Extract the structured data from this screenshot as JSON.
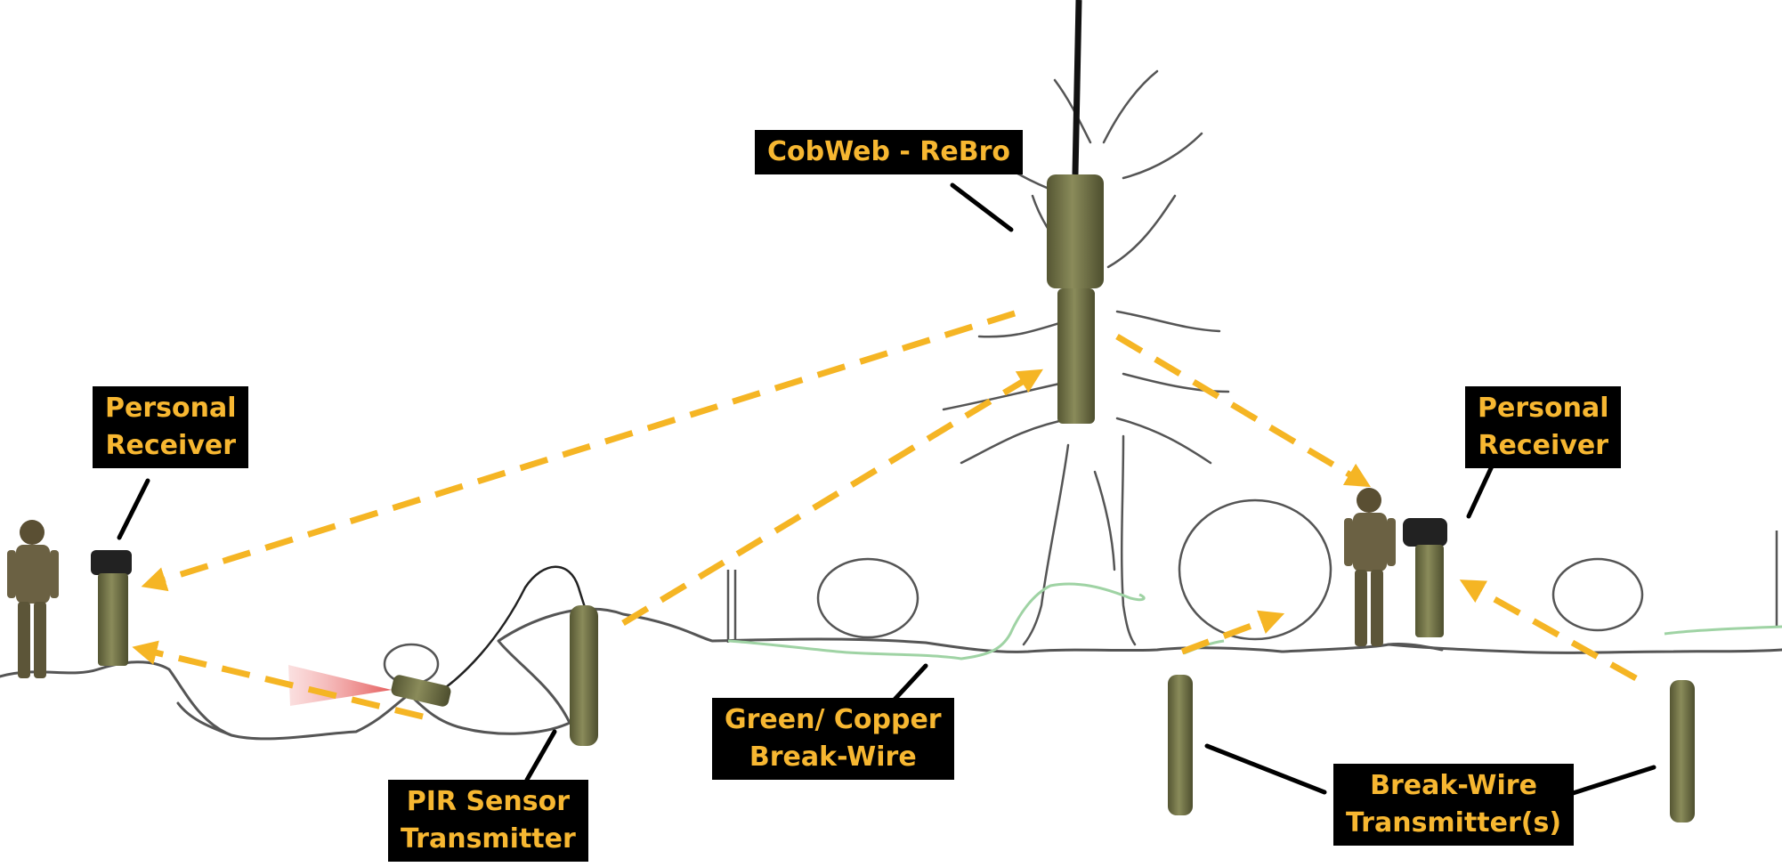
{
  "labels": {
    "cobweb": "CobWeb - ReBro",
    "personal_receiver_left": [
      "Personal",
      "Receiver"
    ],
    "personal_receiver_right": [
      "Personal",
      "Receiver"
    ],
    "pir_sensor": [
      "PIR Sensor",
      "Transmitter"
    ],
    "break_wire": [
      "Green/ Copper",
      "Break-Wire"
    ],
    "break_wire_tx": [
      "Break-Wire",
      "Transmitter(s)"
    ]
  },
  "colors": {
    "label_bg": "#000000",
    "label_text": "#f7b731",
    "signal_arrow": "#f5b524",
    "device_olive": "#6f7045",
    "sketch": "#555555",
    "break_wire": "#9fd3a4",
    "pir_beam": "#e87a7a"
  }
}
